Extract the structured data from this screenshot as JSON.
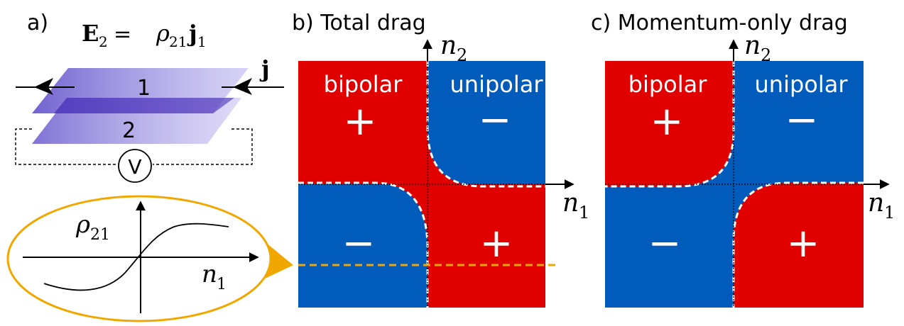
{
  "panel_a": {
    "label": "a)",
    "equation": {
      "E": "E",
      "E_sub": "2",
      "equals": "=",
      "rho": "ρ",
      "rho_sub": "21",
      "j": "j",
      "j_sub": "1"
    },
    "current_label": "j",
    "layer1_label": "1",
    "layer2_label": "2",
    "voltmeter_label": "V",
    "inset": {
      "ylabel": "ρ",
      "ylabel_sub": "21",
      "xlabel": "n",
      "xlabel_sub": "1"
    }
  },
  "panel_b": {
    "title": "b) Total drag",
    "bipolar": "bipolar",
    "unipolar": "unipolar",
    "sign_tl": "+",
    "sign_tr": "−",
    "sign_bl": "−",
    "sign_br": "+",
    "xaxis": "n",
    "xaxis_sub": "1",
    "yaxis": "n",
    "yaxis_sub": "2"
  },
  "panel_c": {
    "title": "c) Momentum-only drag",
    "bipolar": "bipolar",
    "unipolar": "unipolar",
    "sign_tl": "+",
    "sign_tr": "−",
    "sign_bl": "−",
    "sign_br": "+",
    "xaxis": "n",
    "xaxis_sub": "1",
    "yaxis": "n",
    "yaxis_sub": "2"
  },
  "colors": {
    "red": "#e00000",
    "blue": "#005bbb",
    "orange": "#f0a800",
    "layer": "#6655cc"
  }
}
